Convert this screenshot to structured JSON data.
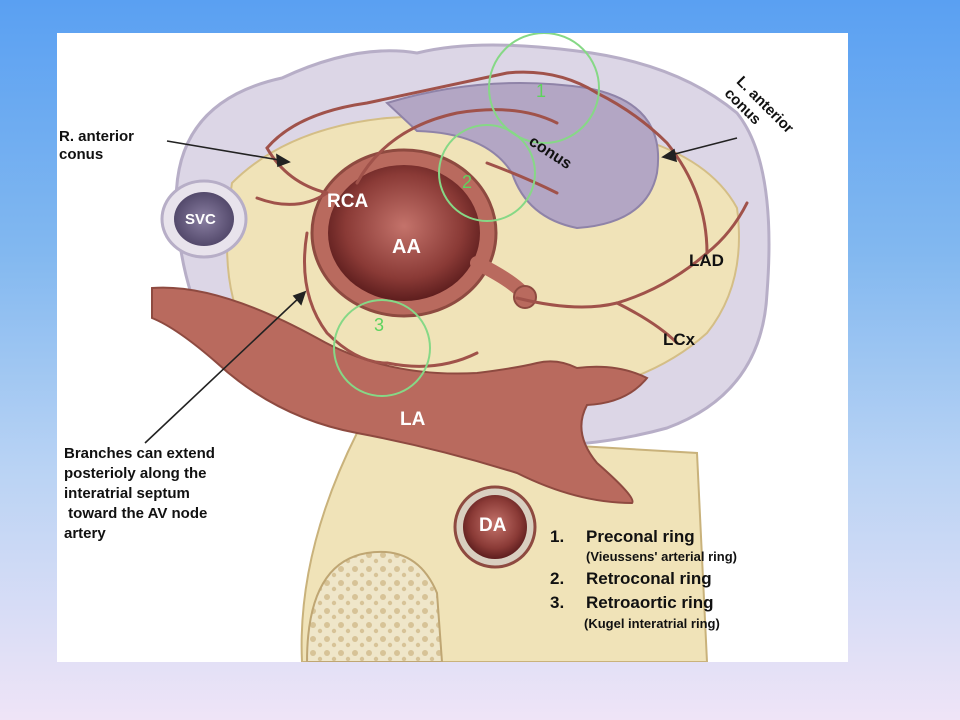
{
  "labels": {
    "svc": "SVC",
    "rca": "RCA",
    "aa": "AA",
    "la": "LA",
    "da": "DA",
    "lad": "LAD",
    "lcx": "LCx",
    "conus": "conus",
    "r_anterior_conus": [
      "R. anterior",
      "conus"
    ],
    "l_anterior_conus": [
      "L. anterior",
      "conus"
    ],
    "branches_note": [
      "Branches can extend",
      "posterioly along the",
      "interatrial  septum",
      " toward the AV node",
      "artery"
    ]
  },
  "ring_markers": [
    "1",
    "2",
    "3"
  ],
  "legend": [
    {
      "num": "1.",
      "name": "Preconal ring",
      "sub": "(Vieussens' arterial ring)"
    },
    {
      "num": "2.",
      "name": "Retroconal ring",
      "sub": ""
    },
    {
      "num": "3.",
      "name": "Retroaortic ring",
      "sub": "(Kugel interatrial  ring)"
    }
  ],
  "colors": {
    "background_top": "#5aa0f2",
    "background_bottom": "#efe4f7",
    "tissue": "#f0e3b8",
    "vessel": "#b96a5e",
    "lumen": "#7d2e2e",
    "conus": "#b3a6c4",
    "ring_marker": "#5dd35d"
  }
}
